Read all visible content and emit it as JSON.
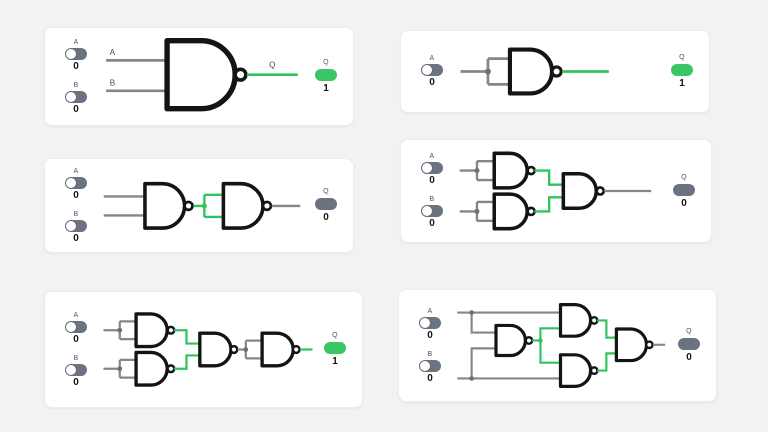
{
  "colors": {
    "wire_active": "#2ec55e",
    "wire_inactive": "#868686",
    "toggle_off": "#6b7280",
    "indicator_on": "#3bc566",
    "indicator_off": "#6b7280",
    "gate_stroke": "#141414",
    "card_background": "#ffffff",
    "page_background": "#f2f2f3"
  },
  "panels": [
    {
      "inputs": [
        {
          "label": "A",
          "value": "0",
          "state": "off"
        },
        {
          "label": "B",
          "value": "0",
          "state": "off"
        }
      ],
      "wire_labels": {
        "a": "A",
        "b": "B",
        "q": "Q"
      },
      "output": {
        "label": "Q",
        "value": "1",
        "state": "on"
      }
    },
    {
      "inputs": [
        {
          "label": "A",
          "value": "0",
          "state": "off"
        }
      ],
      "output": {
        "label": "Q",
        "value": "1",
        "state": "on"
      }
    },
    {
      "inputs": [
        {
          "label": "A",
          "value": "0",
          "state": "off"
        },
        {
          "label": "B",
          "value": "0",
          "state": "off"
        }
      ],
      "output": {
        "label": "Q",
        "value": "0",
        "state": "off"
      }
    },
    {
      "inputs": [
        {
          "label": "A",
          "value": "0",
          "state": "off"
        },
        {
          "label": "B",
          "value": "0",
          "state": "off"
        }
      ],
      "output": {
        "label": "Q",
        "value": "0",
        "state": "off"
      }
    },
    {
      "inputs": [
        {
          "label": "A",
          "value": "0",
          "state": "off"
        },
        {
          "label": "B",
          "value": "0",
          "state": "off"
        }
      ],
      "output": {
        "label": "Q",
        "value": "1",
        "state": "on"
      }
    },
    {
      "inputs": [
        {
          "label": "A",
          "value": "0",
          "state": "off"
        },
        {
          "label": "B",
          "value": "0",
          "state": "off"
        }
      ],
      "output": {
        "label": "Q",
        "value": "0",
        "state": "off"
      }
    }
  ]
}
